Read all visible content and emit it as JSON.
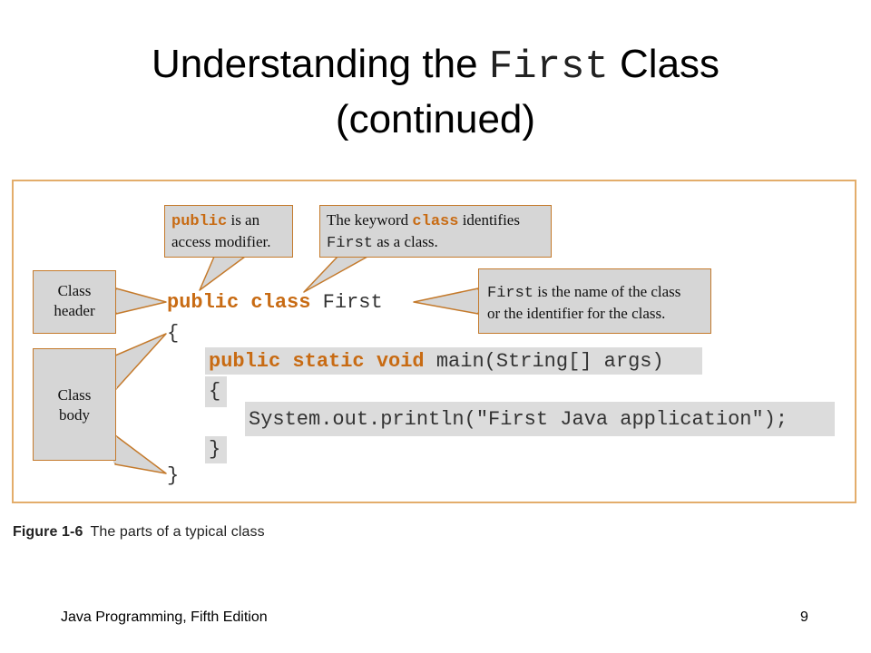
{
  "slide": {
    "title_part1": "Understanding the ",
    "title_code": "First",
    "title_part2": " Class",
    "title_line2": "(continued)"
  },
  "callouts": {
    "public_kw": "public",
    "public_text": " is an",
    "public_text2": "access modifier.",
    "class_text1": "The keyword ",
    "class_kw": "class",
    "class_text2": " identifies",
    "class_code": "First",
    "class_text3": " as a class.",
    "header_line1": "Class",
    "header_line2": "header",
    "first_code": "First",
    "first_text1": " is the name of the class",
    "first_text2": "or the identifier for the class.",
    "body_line1": "Class",
    "body_line2": "body"
  },
  "code": {
    "line1_kw": "public class",
    "line1_rest": " First",
    "open_brace": "{",
    "main_kw": "public static void",
    "main_rest": " main(String[] args)",
    "main_open": "{",
    "println": "System.out.println(\"First Java application\");",
    "main_close": "}",
    "close_brace": "}"
  },
  "caption": {
    "figure_label": "Figure 1-6",
    "text": "The parts of a typical class"
  },
  "footer": {
    "book": "Java Programming, Fifth Edition",
    "page": "9"
  },
  "colors": {
    "frame": "#e3ad6b",
    "keyword": "#c86b13",
    "callout_fill": "#d6d6d6",
    "callout_border": "#c47a2c"
  }
}
